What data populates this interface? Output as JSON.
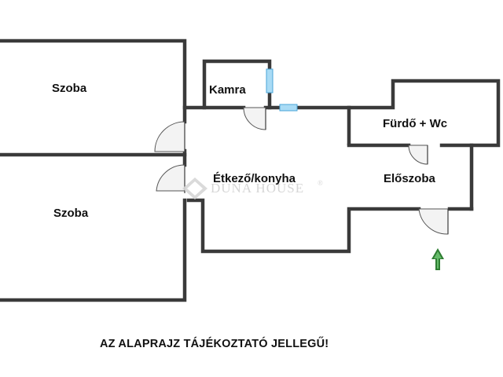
{
  "rooms": {
    "szoba_top": "Szoba",
    "szoba_bottom": "Szoba",
    "kamra": "Kamra",
    "furdo": "Fürdő + Wc",
    "etkezo": "Étkező/konyha",
    "eloszoba": "Előszoba"
  },
  "watermark": {
    "brand": "DUNA HOUSE",
    "mark": "®"
  },
  "note": "AZ ALAPRAJZ TÁJÉKOZTATÓ JELLEGŰ!",
  "colors": {
    "wall": "#3a3a3a",
    "window": "#a9dbf5",
    "arrow": "#2e7d32",
    "watermark": "#d2d2d2"
  },
  "icons": {
    "entrance": "up-arrow-icon",
    "window": "window-icon",
    "door": "door-swing-icon"
  }
}
